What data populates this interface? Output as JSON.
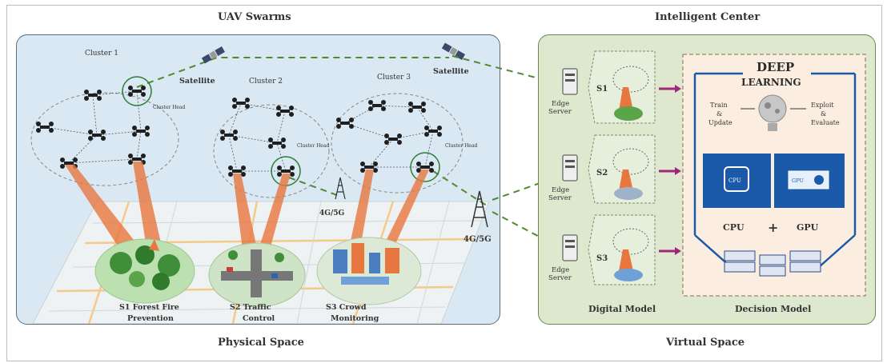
{
  "top": {
    "left_title": "UAV Swarms",
    "right_title": "Intelligent Center"
  },
  "bottom": {
    "left_title": "Physical Space",
    "right_title": "Virtual Space"
  },
  "physical": {
    "clusters": [
      "Cluster 1",
      "Cluster 2",
      "Cluster 3"
    ],
    "cluster_head_label": "Cluster Head",
    "satellite_label": "Satellite",
    "tower_label": "4G/5G",
    "scenarios": [
      {
        "line1": "S1 Forest Fire",
        "line2": "Prevention"
      },
      {
        "line1": "S2 Traffic",
        "line2": "Control"
      },
      {
        "line1": "S3 Crowd",
        "line2": "Monitoring"
      }
    ]
  },
  "virtual": {
    "edge_server_label": [
      "Edge",
      "Server"
    ],
    "scenes": [
      "S1",
      "S2",
      "S3"
    ],
    "digital_model_label": "Digital Model",
    "decision_model_label": "Decision Model",
    "deep_learning": {
      "title": "DEEP",
      "subtitle": "LEARNING"
    },
    "train_update": [
      "Train",
      "&",
      "Update"
    ],
    "exploit_evaluate": [
      "Exploit",
      "&",
      "Evaluate"
    ],
    "cpu_label": "CPU",
    "plus": "+",
    "gpu_label": "GPU",
    "cpu_chip_text": "CPU",
    "gpu_card_text": "GPU"
  },
  "colors": {
    "physical_bg": "#d9e8f3",
    "virtual_bg": "#dde8cf",
    "beam": "#e8773f",
    "link_dash": "#4f8a2c",
    "arrow": "#a0287a",
    "deep_blue": "#1a5aa8"
  }
}
